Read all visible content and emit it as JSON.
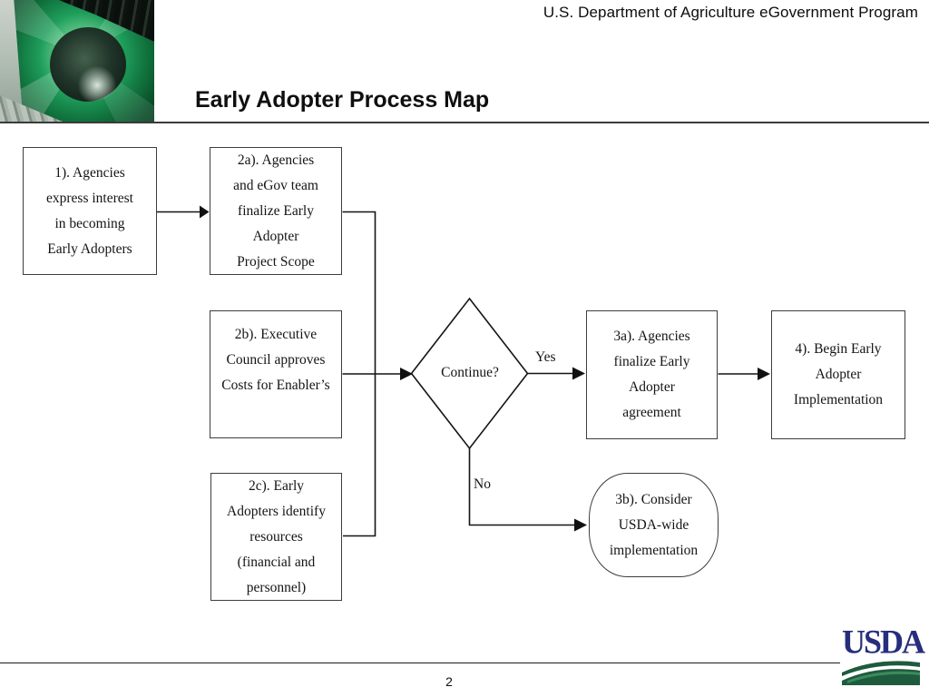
{
  "header": {
    "program": "U.S. Department of Agriculture eGovernment Program"
  },
  "title": "Early Adopter Process Map",
  "flowchart": {
    "node1": "1). Agencies\nexpress interest\nin becoming\nEarly Adopters",
    "node2a": "2a). Agencies\nand eGov team\nfinalize Early\nAdopter\nProject Scope",
    "node2b": "2b). Executive\nCouncil approves\nCosts for Enabler’s",
    "node2c": "2c). Early\nAdopters identify\nresources\n(financial and\npersonnel)",
    "decision": "Continue?",
    "yes_label": "Yes",
    "no_label": "No",
    "node3a": "3a). Agencies\nfinalize Early\nAdopter\nagreement",
    "node3b": "3b). Consider\nUSDA-wide\nimplementation",
    "node4": "4). Begin Early\nAdopter\nImplementation",
    "edges": [
      {
        "from": "1",
        "to": "2a"
      },
      {
        "from": "2a",
        "to": "decision"
      },
      {
        "from": "2b",
        "to": "decision"
      },
      {
        "from": "2c",
        "to": "decision"
      },
      {
        "from": "decision",
        "to": "3a",
        "label": "Yes"
      },
      {
        "from": "decision",
        "to": "3b",
        "label": "No"
      },
      {
        "from": "3a",
        "to": "4"
      }
    ]
  },
  "footer": {
    "page_number": "2",
    "logo_text": "USDA"
  },
  "colors": {
    "usda_navy": "#262e7c",
    "usda_green_dark": "#1e5b3c",
    "usda_green_mid": "#2e7d52",
    "image_green": "#0f9a52",
    "line": "#141414"
  }
}
